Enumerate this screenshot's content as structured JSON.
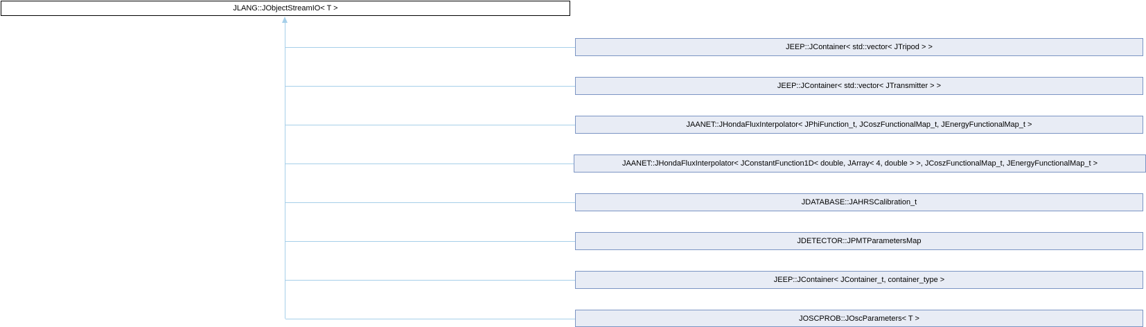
{
  "diagram": {
    "type": "class-inheritance-graph",
    "base": {
      "label": "JLANG::JObjectStreamIO< T >"
    },
    "derived": [
      {
        "label": "JEEP::JContainer< std::vector< JTripod > >"
      },
      {
        "label": "JEEP::JContainer< std::vector< JTransmitter > >"
      },
      {
        "label": "JAANET::JHondaFluxInterpolator< JPhiFunction_t, JCoszFunctionalMap_t, JEnergyFunctionalMap_t >"
      },
      {
        "label": "JAANET::JHondaFluxInterpolator< JConstantFunction1D< double, JArray< 4, double > >, JCoszFunctionalMap_t, JEnergyFunctionalMap_t >"
      },
      {
        "label": "JDATABASE::JAHRSCalibration_t"
      },
      {
        "label": "JDETECTOR::JPMTParametersMap"
      },
      {
        "label": "JEEP::JContainer< JContainer_t, container_type >"
      },
      {
        "label": "JOSCPROB::JOscParameters< T >"
      }
    ],
    "colors": {
      "edge": "#a6cfe9",
      "derived_fill": "#e8ecf5",
      "derived_border": "#7b94c3",
      "base_fill": "#ffffff",
      "base_border": "#000000",
      "text": "#000000"
    }
  }
}
